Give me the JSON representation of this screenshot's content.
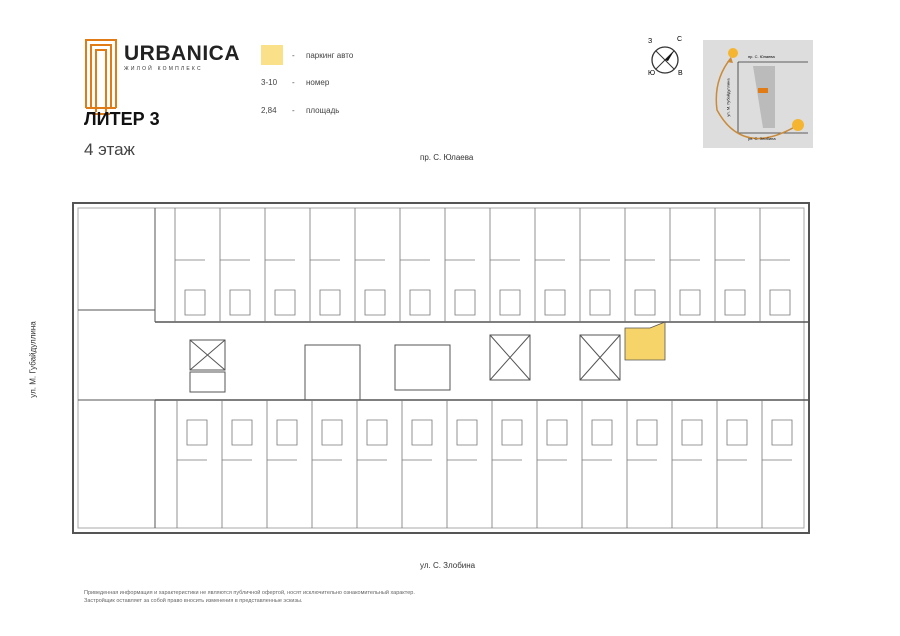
{
  "brand": {
    "name": "URBANICA",
    "subtitle": "ЖИЛОЙ КОМПЛЕКС"
  },
  "title": "ЛИТЕР 3",
  "floor": "4 этаж",
  "legend": [
    {
      "key": "",
      "dash": "-",
      "label": "паркинг авто",
      "color": "#fbe08a"
    },
    {
      "key": "3-10",
      "dash": "-",
      "label": "номер"
    },
    {
      "key": "2,84",
      "dash": "-",
      "label": "площадь"
    }
  ],
  "compass": {
    "letters": [
      "С",
      "Ю",
      "З",
      "В"
    ]
  },
  "minimap": {
    "top_street": "пр. С. Юлаева",
    "bottom_street": "ул. С. Злобина",
    "left_street": "ул. М. Губайдуллина"
  },
  "streets": {
    "top": "пр. С. Юлаева",
    "bottom": "ул. С. Злобина",
    "left": "ул. М. Губайдуллина"
  },
  "highlight_color": "#f7d46a",
  "disclaimer": [
    "Приведенная информация и характеристики не являются публичной офертой, носят исключительно ознакомительный характер.",
    "Застройщик оставляет за собой право вносить изменения в представленные эскизы."
  ]
}
